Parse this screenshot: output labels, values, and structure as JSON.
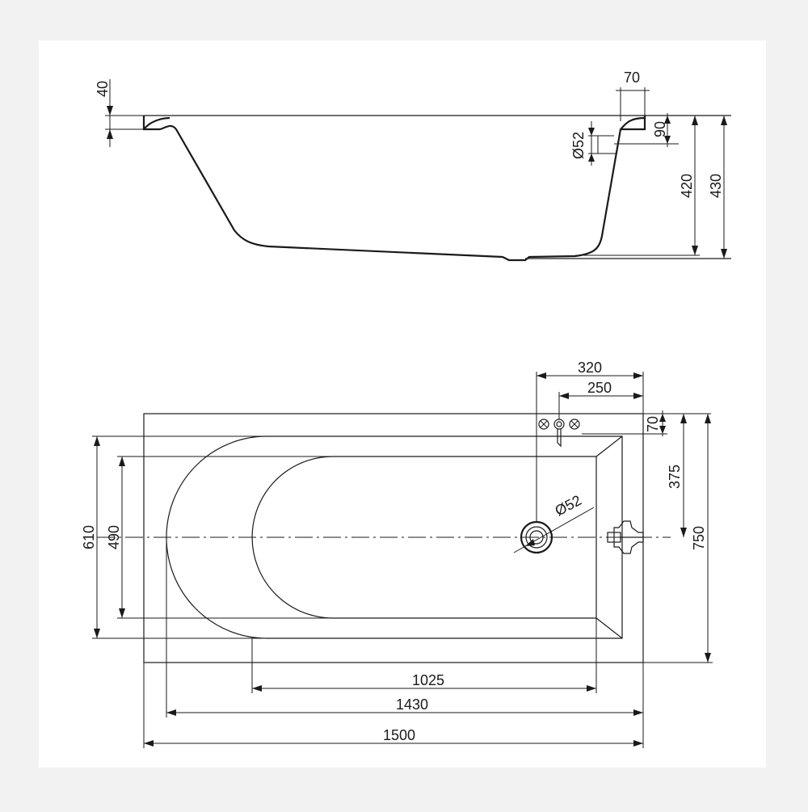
{
  "side_view": {
    "dims": {
      "rim_thickness": "40",
      "rim_width": "70",
      "overflow_offset": "90",
      "overflow_diameter": "Ø52",
      "inner_depth": "420",
      "total_height": "430"
    }
  },
  "top_view": {
    "dims": {
      "drain_offset": "320",
      "tap_offset": "250",
      "tap_edge": "70",
      "half_width": "375",
      "drain_diameter": "Ø52",
      "outer_width": "750",
      "inner_width": "610",
      "bottom_width": "490",
      "bottom_length": "1025",
      "inner_length": "1430",
      "outer_length": "1500"
    }
  },
  "colors": {
    "background": "#f2f2f2",
    "paper": "#ffffff",
    "line": "#1a1a1a"
  }
}
